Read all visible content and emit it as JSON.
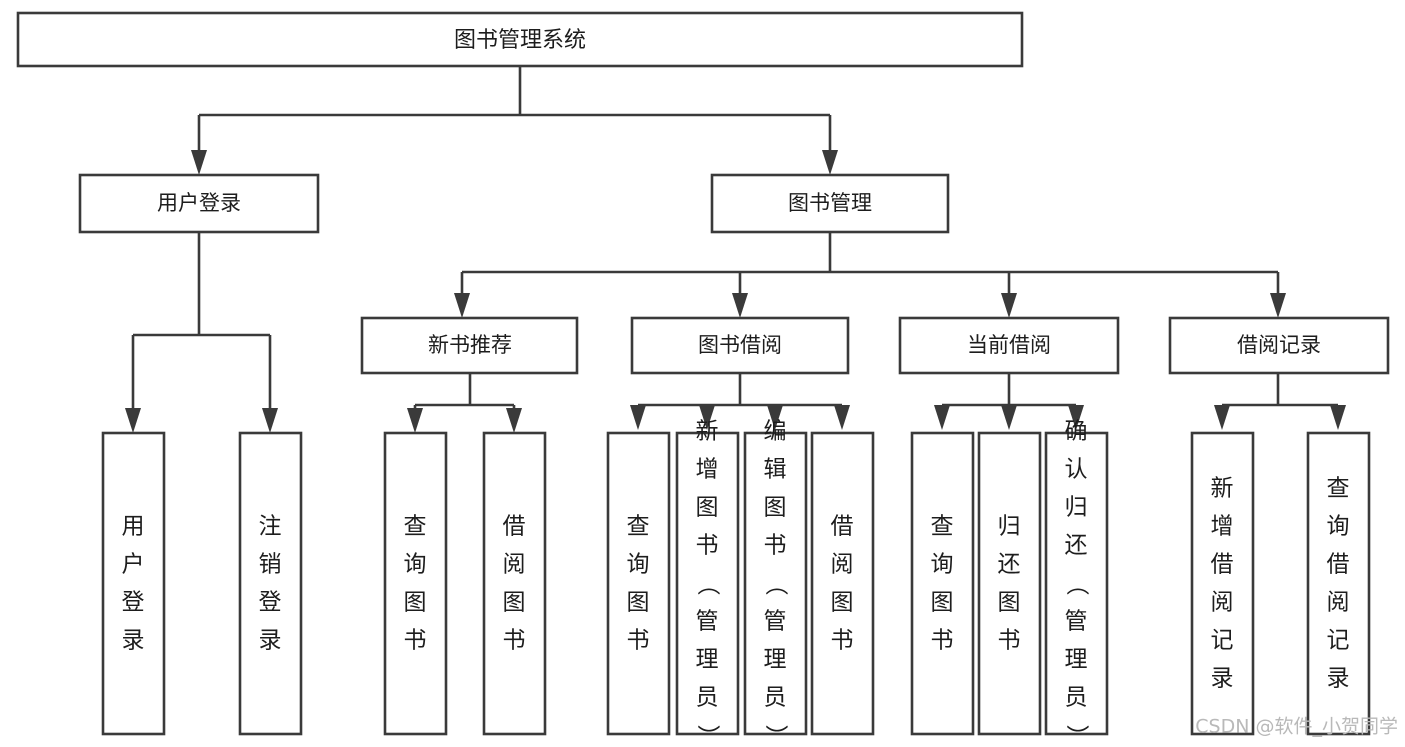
{
  "diagram": {
    "title": "图书管理系统",
    "type": "tree-hierarchy-chart",
    "orientation": "top-down",
    "colors": {
      "box_stroke": "#3a3a3a",
      "box_fill": "#ffffff",
      "connector": "#3a3a3a",
      "label_text": "#1d1d1d",
      "background": "#ffffff",
      "watermark": "#b9b9b9"
    },
    "root": {
      "id": "root",
      "label": "图书管理系统"
    },
    "level2": [
      {
        "id": "user-login",
        "label": "用户登录"
      },
      {
        "id": "book-management",
        "label": "图书管理"
      }
    ],
    "level3": [
      {
        "id": "new-book-recommend",
        "label": "新书推荐",
        "parent": "book-management"
      },
      {
        "id": "book-borrow",
        "label": "图书借阅",
        "parent": "book-management"
      },
      {
        "id": "current-borrow",
        "label": "当前借阅",
        "parent": "book-management"
      },
      {
        "id": "borrow-record",
        "label": "借阅记录",
        "parent": "book-management"
      }
    ],
    "leaves": [
      {
        "id": "leaf-user-login",
        "label": "用户登录",
        "parent": "user-login"
      },
      {
        "id": "leaf-user-logout",
        "label": "注销登录",
        "parent": "user-login"
      },
      {
        "id": "leaf-query-book-1",
        "label": "查询图书",
        "parent": "new-book-recommend"
      },
      {
        "id": "leaf-borrow-book-1",
        "label": "借阅图书",
        "parent": "new-book-recommend"
      },
      {
        "id": "leaf-query-book-2",
        "label": "查询图书",
        "parent": "book-borrow"
      },
      {
        "id": "leaf-add-book",
        "label": "新增图书（管理员）",
        "parent": "book-borrow"
      },
      {
        "id": "leaf-edit-book",
        "label": "编辑图书（管理员）",
        "parent": "book-borrow"
      },
      {
        "id": "leaf-borrow-book-2",
        "label": "借阅图书",
        "parent": "book-borrow"
      },
      {
        "id": "leaf-query-book-3",
        "label": "查询图书",
        "parent": "current-borrow"
      },
      {
        "id": "leaf-return-book",
        "label": "归还图书",
        "parent": "current-borrow"
      },
      {
        "id": "leaf-confirm-return",
        "label": "确认归还（管理员）",
        "parent": "current-borrow"
      },
      {
        "id": "leaf-add-record",
        "label": "新增借阅记录",
        "parent": "borrow-record"
      },
      {
        "id": "leaf-query-record",
        "label": "查询借阅记录",
        "parent": "borrow-record"
      }
    ]
  },
  "watermark": {
    "text": "CSDN @软件_小贺同学"
  }
}
